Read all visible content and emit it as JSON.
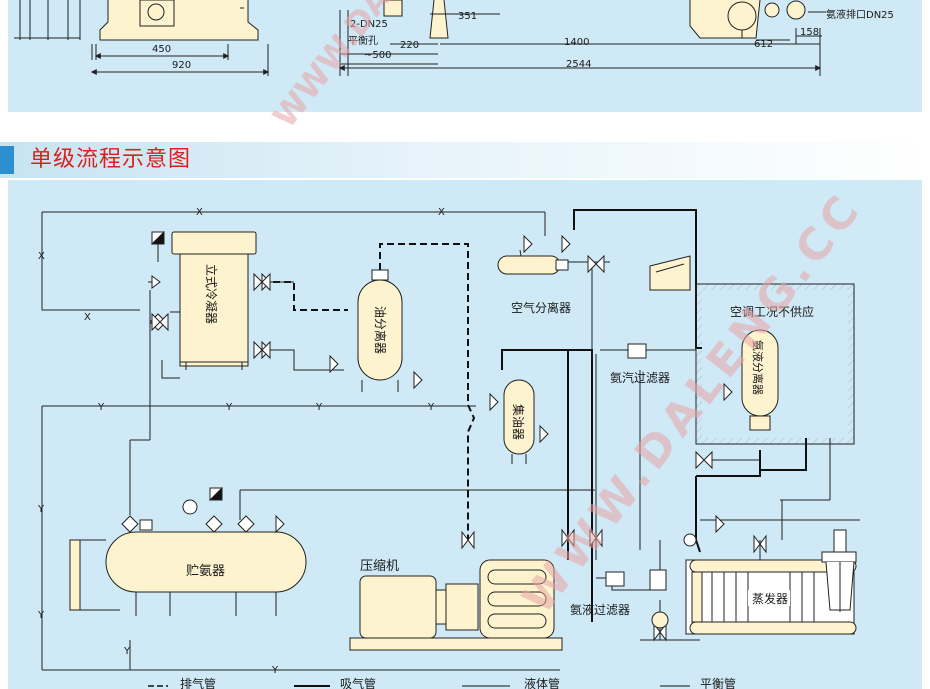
{
  "section_title": "单级流程示意图",
  "watermark": "WWW.DALENG.CC",
  "top_dimensions": {
    "d450": "450",
    "d920": "920",
    "pipe": "2-DN25",
    "balance_hole": "平衡孔",
    "d500": "~500",
    "d351": "351",
    "d220": "220",
    "d1400": "1400",
    "d2544": "2544",
    "d612": "612",
    "d158": "158",
    "drain": "氨液排口DN25"
  },
  "components": {
    "vertical_condenser": "立式冷凝器",
    "oil_separator": "油分离器",
    "air_separator": "空气分离器",
    "ac_note": "空调工况不供应",
    "ammonia_liquid_separator": "氨液分离器",
    "ammonia_vapor_filter": "氨汽过滤器",
    "oil_collector": "集油器",
    "receiver": "贮氨器",
    "compressor": "压缩机",
    "ammonia_liquid_filter": "氨液过滤器",
    "evaporator": "蒸发器"
  },
  "line_marks": {
    "x": "X",
    "y": "Y"
  },
  "legend": {
    "discharge": "排气管",
    "suction": "吸气管",
    "liquid": "液体管",
    "balance": "平衡管"
  },
  "colors": {
    "panel": "#cfe9f6",
    "vessel": "#fdf3cf",
    "title": "#d9221c",
    "accent": "#2b8fd0",
    "watermark": "#e8a4a4"
  }
}
